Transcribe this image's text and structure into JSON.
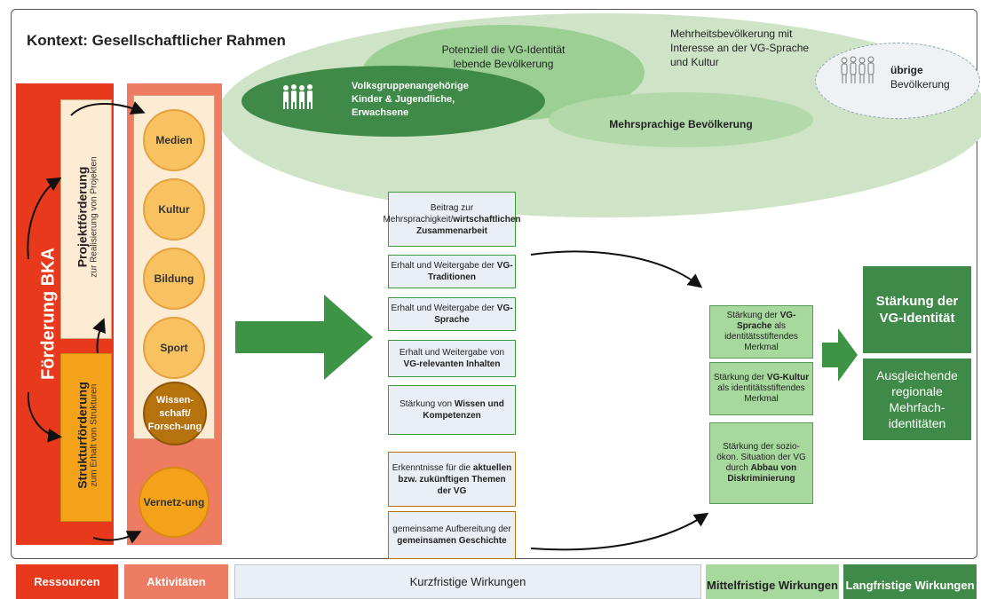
{
  "context": {
    "title": "Kontext: Gesellschaftlicher Rahmen"
  },
  "population": {
    "potenziell": "Potenziell die VG-Identität lebende Bevölkerung",
    "mehrheit": "Mehrheitsbevölkerung mit Interesse an der VG-Sprache und Kultur",
    "vg_line1": "Volksgruppenangehörige",
    "vg_line2": "Kinder & Jugendliche,",
    "vg_line3": "Erwachsene",
    "mehrsprachig": "Mehrsprachige Bevölkerung",
    "uebrige_bold": "übrige",
    "uebrige_rest": "Bevölkerung"
  },
  "resources": {
    "foerderung": "Förderung BKA",
    "projekt_title": "Projektförderung",
    "projekt_sub": "zur Realisierung von Projekten",
    "struktur_title": "Strukturförderung",
    "struktur_sub": "zum Erhalt von Strukturen"
  },
  "activities": [
    "Medien",
    "Kultur",
    "Bildung",
    "Sport",
    "Wissen-schaft/ Forsch-ung",
    "Vernetz-ung"
  ],
  "short_term": [
    {
      "pre": "Beitrag zur Mehrsprachigkeit/",
      "bold": "wirtschaftlichen Zusammenarbeit",
      "post": ""
    },
    {
      "pre": "Erhalt und Weitergabe der ",
      "bold": "VG-Traditionen",
      "post": ""
    },
    {
      "pre": "Erhalt und Weitergabe der ",
      "bold": "VG-Sprache",
      "post": ""
    },
    {
      "pre": "Erhalt und Weitergabe von ",
      "bold": "VG-relevanten Inhalten",
      "post": ""
    },
    {
      "pre": "Stärkung von ",
      "bold": "Wissen und Kompetenzen",
      "post": ""
    },
    {
      "pre": "Erkenntnisse für die ",
      "bold": "aktuellen bzw. zukünftigen Themen der VG",
      "post": ""
    },
    {
      "pre": "gemeinsame Aufbereitung der ",
      "bold": "gemeinsamen Geschichte",
      "post": ""
    }
  ],
  "mid_term": [
    {
      "pre": "Stärkung der ",
      "bold": "VG-Sprache",
      "post": " als identitätsstiftendes Merkmal"
    },
    {
      "pre": "Stärkung der ",
      "bold": "VG-Kultur",
      "post": " als identitätsstiftendes Merkmal"
    },
    {
      "pre": "Stärkung der sozio-ökon. Situation der VG durch ",
      "bold": "Abbau von Diskriminierung",
      "post": ""
    }
  ],
  "long_term": [
    "Stärkung der VG-Identität",
    "Ausgleichende regionale Mehrfach-identitäten"
  ],
  "footer": [
    "Ressourcen",
    "Aktivitäten",
    "Kurzfristige Wirkungen",
    "Mittelfristige Wirkungen",
    "Langfristige Wirkungen"
  ],
  "colors": {
    "ressourcen": "#e8391c",
    "aktivitaeten": "#ee7c63",
    "kurzfristig": "#e9eff5",
    "mittelfristig": "#a7d89d",
    "langfristig": "#3f8a48"
  }
}
